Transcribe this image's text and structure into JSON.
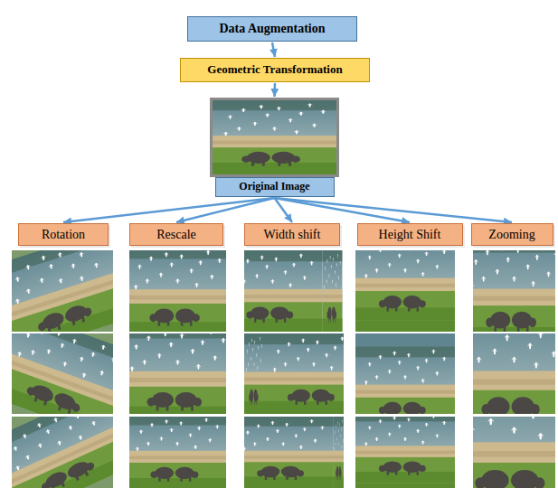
{
  "diagram": {
    "nodes": [
      {
        "text": [
          "Data Augmentation"
        ]
      },
      {
        "text": [
          "Geometric Transformation"
        ]
      },
      {
        "text": [
          "Original Image"
        ]
      },
      {
        "text": [
          "Rotation"
        ]
      },
      {
        "text": [
          "Rescale"
        ]
      },
      {
        "text": [
          "Width shift"
        ]
      },
      {
        "text": [
          "Height Shift"
        ]
      },
      {
        "text": [
          "Zooming"
        ]
      }
    ],
    "edges": [
      {
        "from": 0,
        "to": 1,
        "arrow": "to"
      },
      {
        "from": 1,
        "to": 2,
        "arrow": "to"
      },
      {
        "from": 2,
        "to": 3,
        "arrow": "to"
      },
      {
        "from": 2,
        "to": 4,
        "arrow": "to"
      },
      {
        "from": 2,
        "to": 5,
        "arrow": "to"
      },
      {
        "from": 2,
        "to": 6,
        "arrow": "to"
      },
      {
        "from": 2,
        "to": 7,
        "arrow": "to"
      }
    ]
  }
}
